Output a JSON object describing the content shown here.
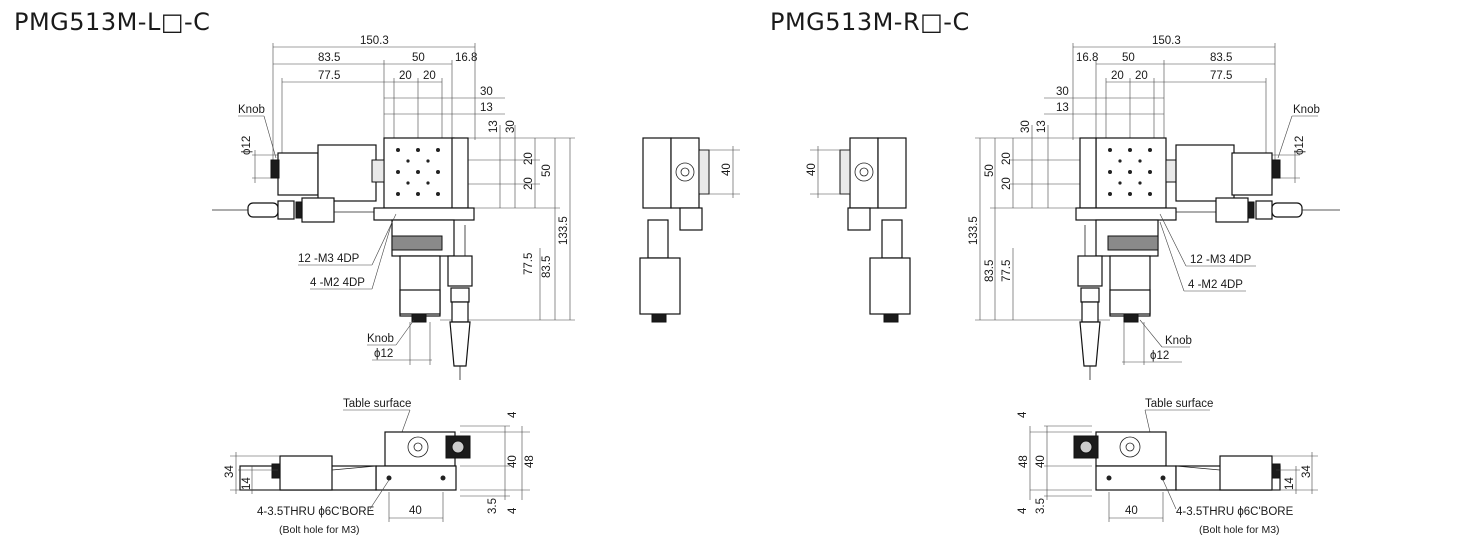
{
  "titles": {
    "left": "PMG513M-L□-C",
    "right": "PMG513M-R□-C"
  },
  "labels": {
    "knob": "Knob",
    "phi12": "ϕ12",
    "tapped_m3": "12 -M3 4DP",
    "tapped_m2": "4 -M2 4DP",
    "table_surface": "Table surface",
    "bolt_holes": "4-3.5THRU ϕ6C'BORE",
    "bolt_note": "(Bolt hole for M3)"
  },
  "dims": {
    "d150_3": "150.3",
    "d83_5": "83.5",
    "d77_5": "77.5",
    "d50": "50",
    "d20": "20",
    "d16_8": "16.8",
    "d30": "30",
    "d13": "13",
    "d133_5": "133.5",
    "d40": "40",
    "d48": "48",
    "d34": "34",
    "d14": "14",
    "d4": "4",
    "d3_5": "3.5"
  }
}
